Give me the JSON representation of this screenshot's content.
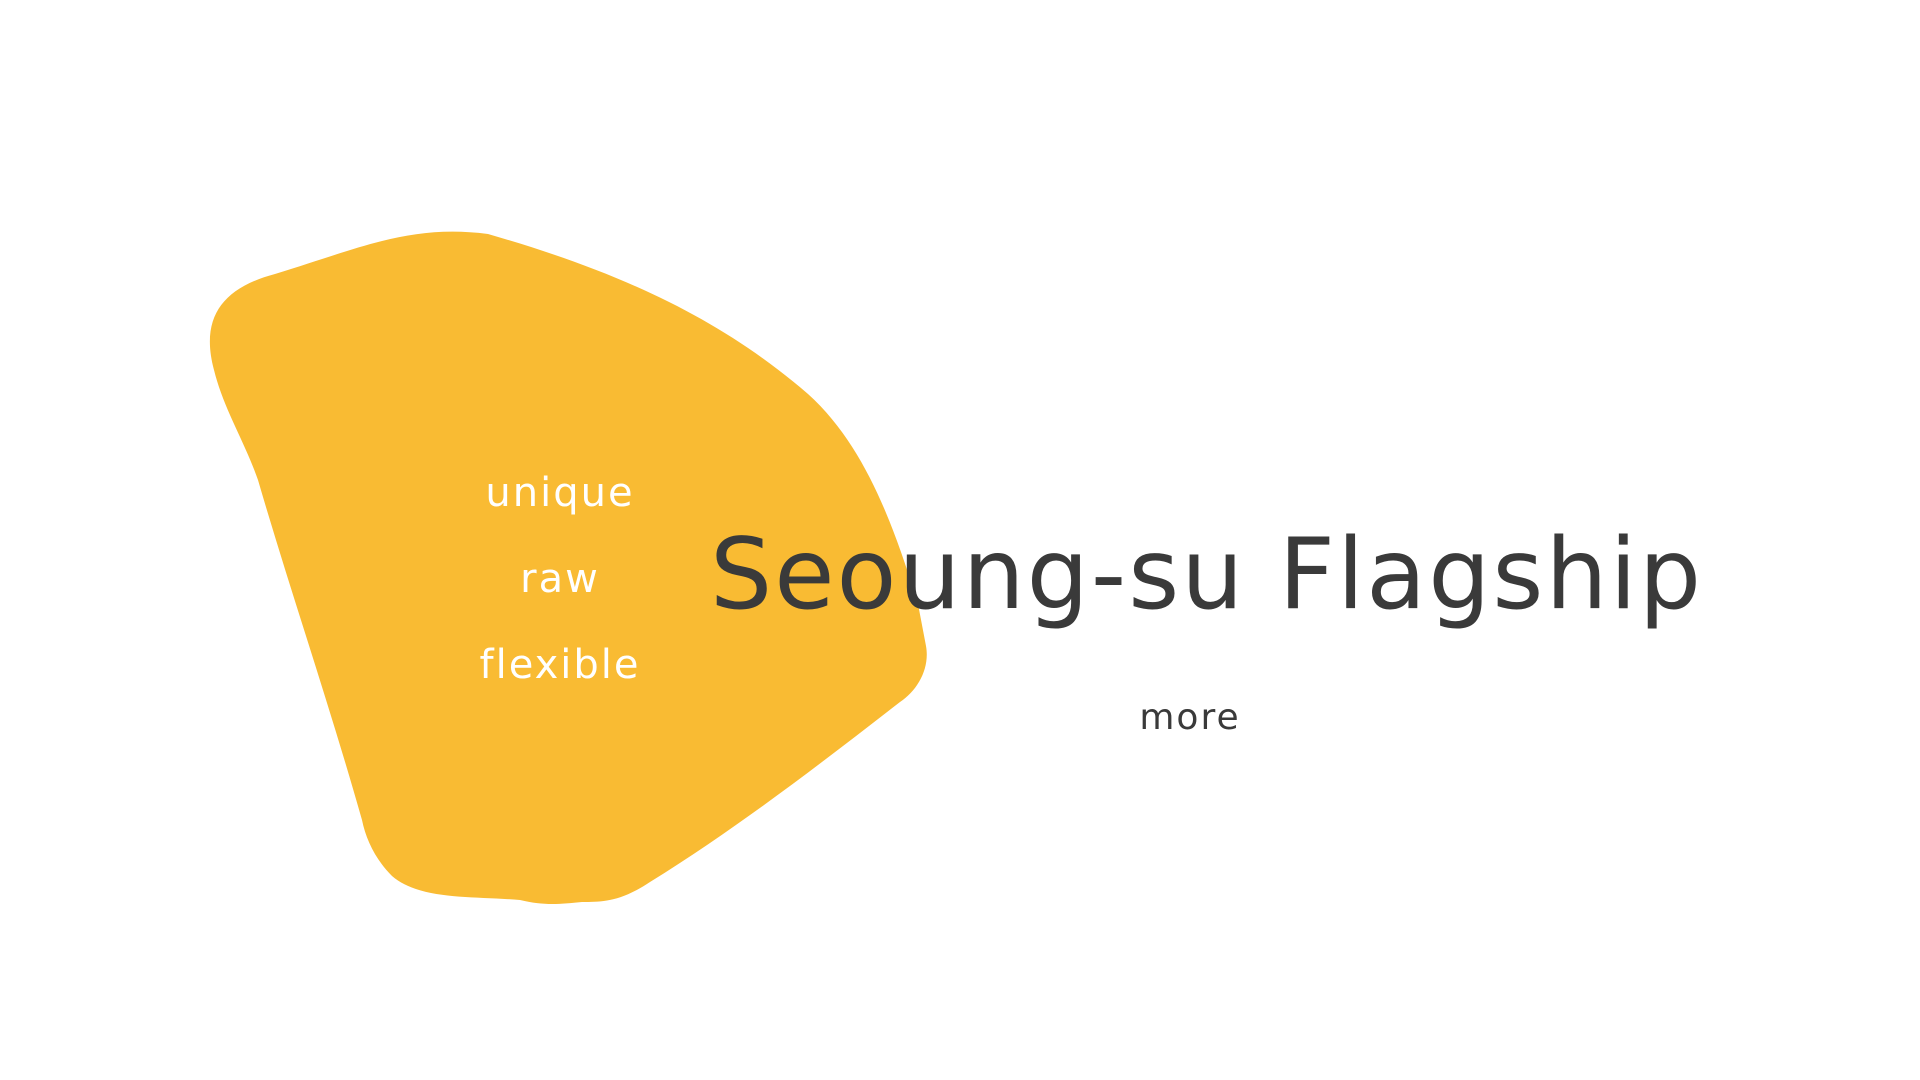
{
  "hero": {
    "keywords": [
      "unique",
      "raw",
      "flexible"
    ],
    "title": "Seoung-su Flagship",
    "more_label": "more"
  },
  "colors": {
    "blob": "#F9BB33",
    "keyword_text": "#FFFFFF",
    "title_text": "#3A3A3A",
    "background": "#FFFFFF"
  }
}
